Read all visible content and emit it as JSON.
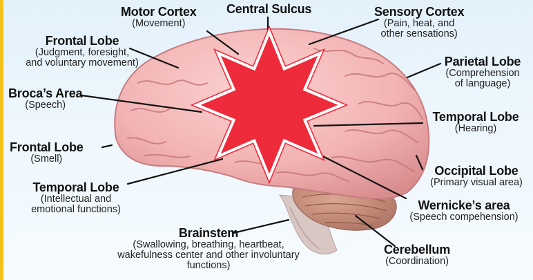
{
  "labels": {
    "motor_cortex": {
      "title": "Motor Cortex",
      "desc": [
        "(Movement)"
      ]
    },
    "central_sulcus": {
      "title": "Central Sulcus",
      "desc": []
    },
    "sensory_cortex": {
      "title": "Sensory Cortex",
      "desc": [
        "(Pain, heat, and",
        "other sensations)"
      ]
    },
    "frontal_lobe_top": {
      "title": "Frontal Lobe",
      "desc": [
        "(Judgment, foresight,",
        "and voluntary movement)"
      ]
    },
    "parietal_lobe": {
      "title": "Parietal Lobe",
      "desc": [
        "(Comprehension",
        "of language)"
      ]
    },
    "brocas_area": {
      "title": "Broca’s Area",
      "desc": [
        "(Speech)"
      ]
    },
    "temporal_lobe_right": {
      "title": "Temporal Lobe",
      "desc": [
        "(Hearing)"
      ]
    },
    "frontal_lobe_smell": {
      "title": "Frontal Lobe",
      "desc": [
        "(Smell)"
      ]
    },
    "occipital_lobe": {
      "title": "Occipital Lobe",
      "desc": [
        "(Primary visual area)"
      ]
    },
    "temporal_lobe_left": {
      "title": "Temporal Lobe",
      "desc": [
        "(Intellectual and",
        "emotional functions)"
      ]
    },
    "wernickes_area": {
      "title": "Wernicke’s area",
      "desc": [
        "(Speech compehension)"
      ]
    },
    "brainstem": {
      "title": "Brainstem",
      "desc": [
        "(Swallowing, breathing, heartbeat,",
        "wakefulness center and other involuntary",
        "functions)"
      ]
    },
    "cerebellum": {
      "title": "Cerebellum",
      "desc": [
        "(Coordination)"
      ]
    }
  },
  "colors": {
    "brain_fill": "#f2b3b3",
    "brain_shadow": "#d98c8e",
    "cerebellum": "#c98e7c",
    "brainstem": "#d8c7c3",
    "starburst_fill": "#ee2b3b",
    "starburst_outline": "#ffffff",
    "border_accent": "#f2c21b",
    "leader_line": "#111111"
  }
}
